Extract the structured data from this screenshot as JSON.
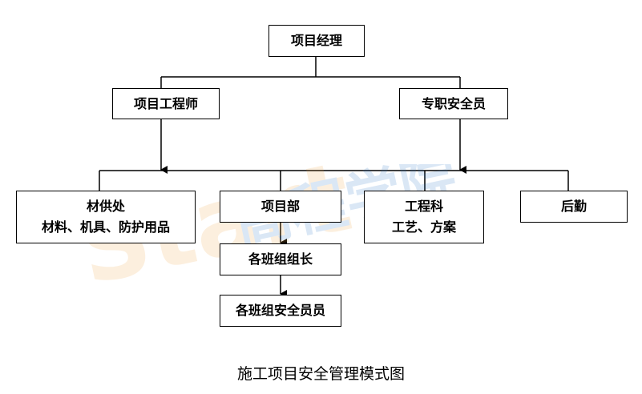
{
  "diagram": {
    "nodes": {
      "manager": "项目经理",
      "engineer": "项目工程师",
      "safety_officer": "专职安全员",
      "supply_title": "材供处",
      "supply_detail": "材料、机具、防护用品",
      "project_dept": "项目部",
      "engineering_title": "工程科",
      "engineering_detail": "工艺、方案",
      "logistics": "后勤",
      "team_leader": "各班组组长",
      "team_safety": "各班组安全员员"
    },
    "caption": "施工项目安全管理模式图"
  },
  "watermark": {
    "text_latin": "Start",
    "text_cjk": "高程学院"
  },
  "colors": {
    "line": "#000000",
    "watermark_orange": "#f2a33a",
    "watermark_blue": "#1f6fc4"
  }
}
